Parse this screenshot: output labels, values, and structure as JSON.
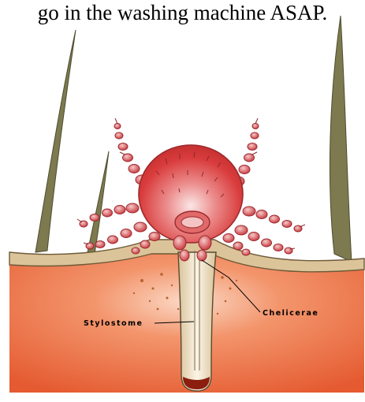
{
  "caption": {
    "text": "go in the washing machine ASAP."
  },
  "diagram": {
    "labels": {
      "chelicerae": "Chelicerae",
      "stylostome": "Stylostome"
    }
  },
  "colors": {
    "skin": "#e8613a",
    "skin_light": "#f6b79b",
    "epidermis": "#dcc49a",
    "mite_body": "#d7383a",
    "mite_highlight": "#f2c8c8",
    "hair": "#7c7a4e",
    "blood_tip": "#8c1e10"
  }
}
